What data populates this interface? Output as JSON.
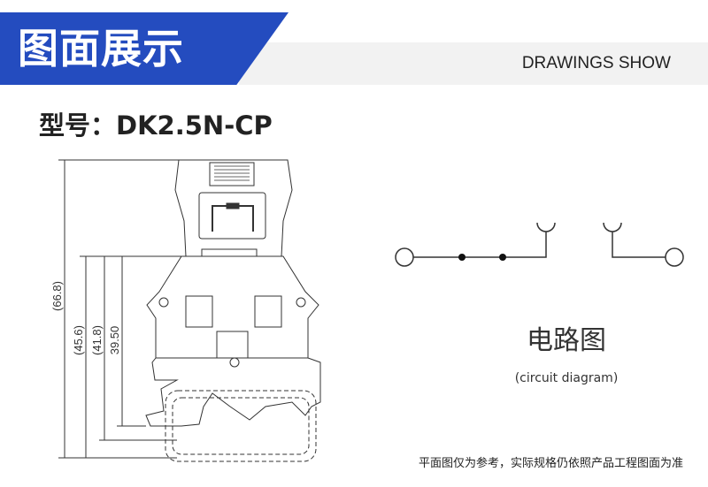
{
  "header": {
    "title": "图面展示",
    "subtitle": "DRAWINGS SHOW"
  },
  "model": {
    "label": "型号：DK2.5N-CP"
  },
  "drawing": {
    "dimensions": [
      "(66.8)",
      "(45.6)",
      "(41.8)",
      "39.50"
    ]
  },
  "circuit": {
    "title": "电路图",
    "subtitle": "(circuit diagram)"
  },
  "note": "平面图仅为参考，实际规格仍依照产品工程图面为准",
  "colors": {
    "accent": "#244cbf",
    "band": "#f2f2f2"
  }
}
